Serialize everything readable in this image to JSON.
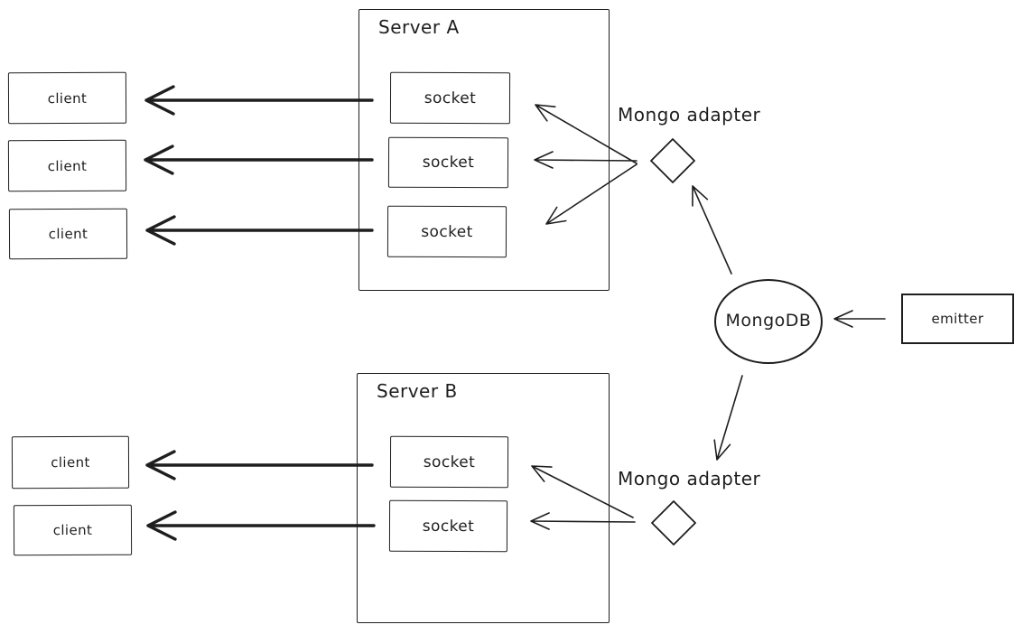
{
  "colors": {
    "stroke": "#1e1e1e",
    "background": "#ffffff"
  },
  "server_a": {
    "title": "Server A",
    "sockets": [
      "socket",
      "socket",
      "socket"
    ]
  },
  "server_b": {
    "title": "Server B",
    "sockets": [
      "socket",
      "socket"
    ]
  },
  "clients_top": [
    "client",
    "client",
    "client"
  ],
  "clients_bottom": [
    "client",
    "client"
  ],
  "adapters": {
    "top_label": "Mongo adapter",
    "bottom_label": "Mongo adapter"
  },
  "database": {
    "label": "MongoDB"
  },
  "emitter": {
    "label": "emitter"
  },
  "connections": [
    {
      "from": "Server A socket 1",
      "to": "client 1",
      "style": "thick-arrow"
    },
    {
      "from": "Server A socket 2",
      "to": "client 2",
      "style": "thick-arrow"
    },
    {
      "from": "Server A socket 3",
      "to": "client 3",
      "style": "thick-arrow"
    },
    {
      "from": "Server B socket 1",
      "to": "client 4",
      "style": "thick-arrow"
    },
    {
      "from": "Server B socket 2",
      "to": "client 5",
      "style": "thick-arrow"
    },
    {
      "from": "Mongo adapter (top)",
      "to": "Server A socket 1",
      "style": "thin-arrow"
    },
    {
      "from": "Mongo adapter (top)",
      "to": "Server A socket 2",
      "style": "thin-arrow"
    },
    {
      "from": "Mongo adapter (top)",
      "to": "Server A socket 3",
      "style": "thin-arrow"
    },
    {
      "from": "Mongo adapter (bottom)",
      "to": "Server B socket 1",
      "style": "thin-arrow"
    },
    {
      "from": "Mongo adapter (bottom)",
      "to": "Server B socket 2",
      "style": "thin-arrow"
    },
    {
      "from": "MongoDB",
      "to": "Mongo adapter (top)",
      "style": "thin-arrow"
    },
    {
      "from": "MongoDB",
      "to": "Mongo adapter (bottom)",
      "style": "thin-arrow"
    },
    {
      "from": "emitter",
      "to": "MongoDB",
      "style": "thin-arrow"
    }
  ]
}
